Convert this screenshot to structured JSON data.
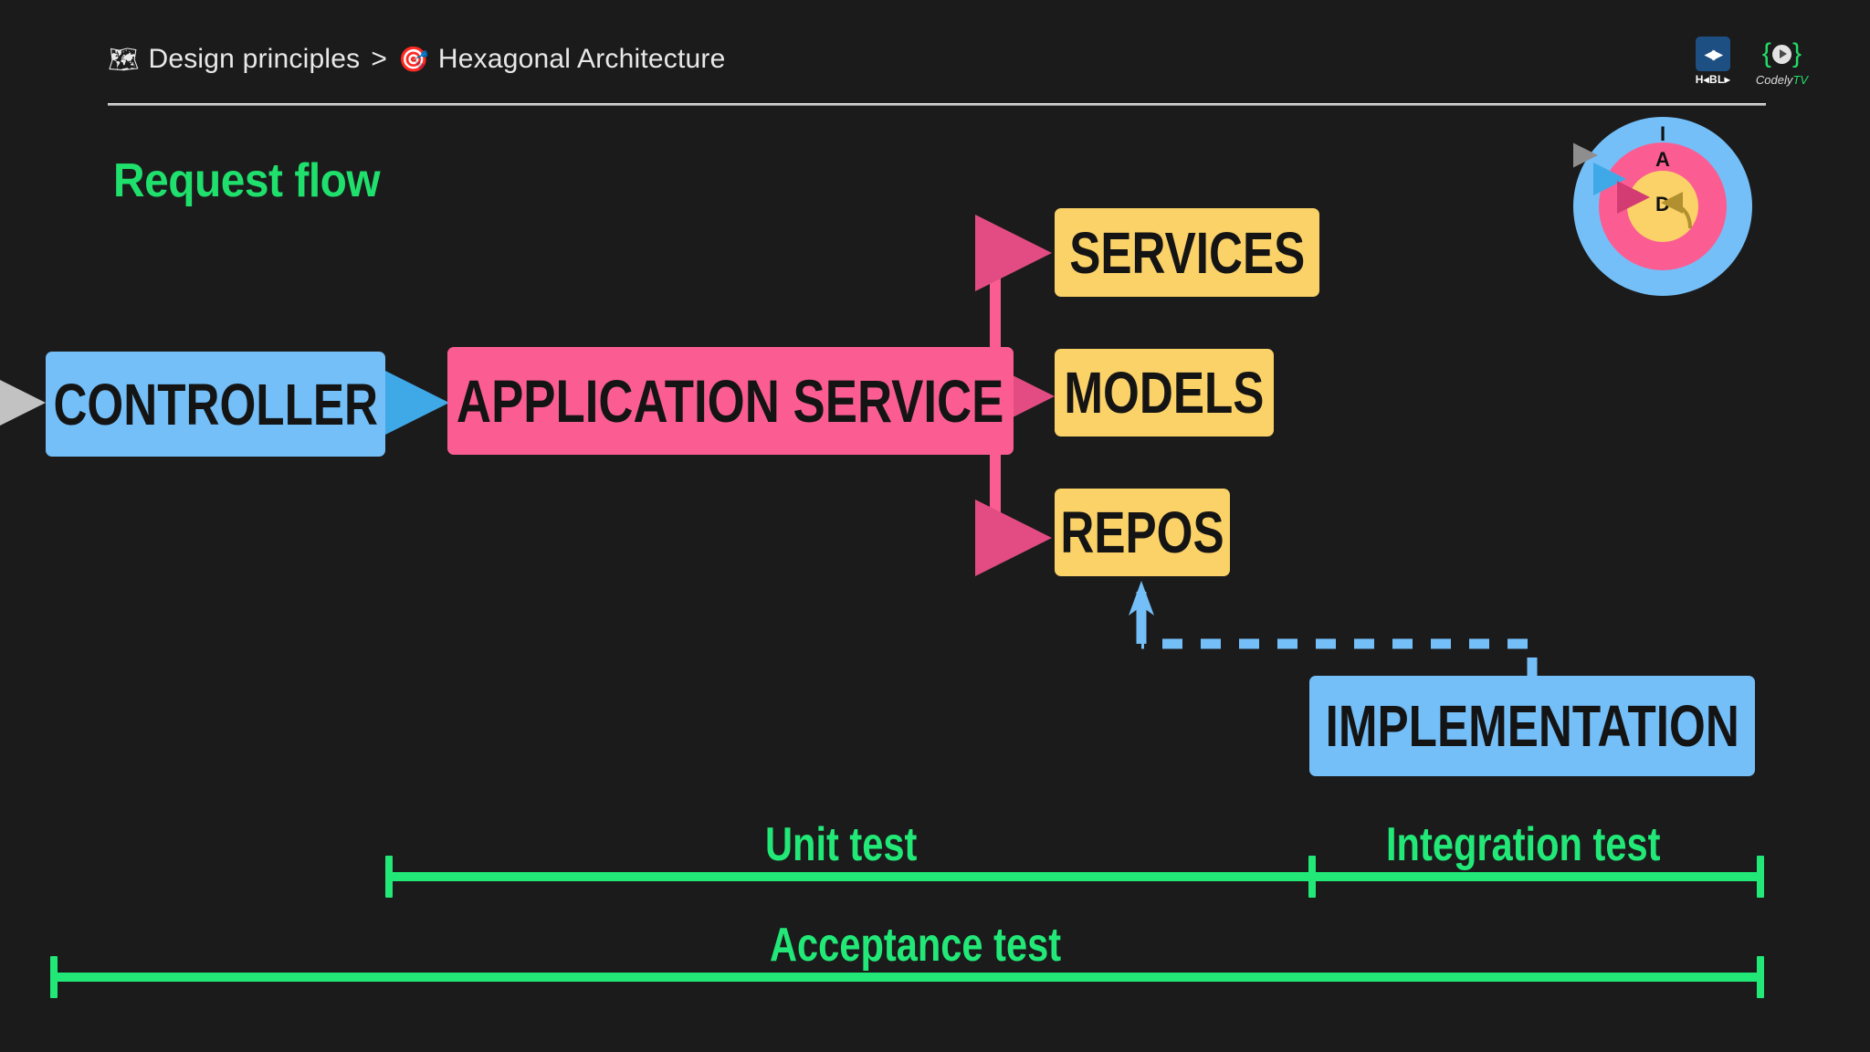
{
  "page": {
    "background_color": "#1b1b1b",
    "title": "Hexagonal Architecture - Request flow"
  },
  "header": {
    "breadcrumb": {
      "map_icon": "world-map-icon",
      "map_glyph": "🗺",
      "parent_label": "Design principles",
      "separator": ">",
      "target_icon": "dart-target-icon",
      "target_glyph": "🎯",
      "current_label": "Hexagonal Architecture"
    },
    "divider_color": "#f3f3f3"
  },
  "logos": {
    "habla": {
      "mark_glyph": "◂▸",
      "label": "H◂BL▸",
      "brand_color": "#1e4f82"
    },
    "codely": {
      "brace_left": "{",
      "brace_right": "}",
      "play_icon": "play-icon",
      "label_prefix": "Codely",
      "label_suffix": "TV",
      "brand_color": "#22dd66"
    }
  },
  "hex_rings": {
    "outer": {
      "label": "I",
      "meaning": "Infrastructure",
      "color": "#74bff8"
    },
    "middle": {
      "label": "A",
      "meaning": "Application",
      "color": "#fb5d93"
    },
    "inner": {
      "label": "D",
      "meaning": "Domain",
      "color": "#fbd268"
    }
  },
  "section": {
    "title": "Request flow",
    "title_color": "#1fe06c"
  },
  "diagram": {
    "nodes": [
      {
        "id": "controller",
        "label": "CONTROLLER",
        "color": "#74bff8",
        "layer": "infrastructure"
      },
      {
        "id": "appservice",
        "label": "APPLICATION SERVICE",
        "color": "#fb5d93",
        "layer": "application"
      },
      {
        "id": "services",
        "label": "SERVICES",
        "color": "#fbd268",
        "layer": "domain"
      },
      {
        "id": "models",
        "label": "MODELS",
        "color": "#fbd268",
        "layer": "domain"
      },
      {
        "id": "repos",
        "label": "REPOS",
        "color": "#fbd268",
        "layer": "domain"
      },
      {
        "id": "implementation",
        "label": "IMPLEMENTATION",
        "color": "#74bff8",
        "layer": "infrastructure"
      }
    ],
    "edges": [
      {
        "from": "request",
        "to": "controller",
        "style": "solid",
        "color": "#9a9a9a"
      },
      {
        "from": "controller",
        "to": "appservice",
        "style": "solid",
        "color": "#3fa9e8"
      },
      {
        "from": "appservice",
        "to": "services",
        "style": "solid",
        "color": "#fb5d93"
      },
      {
        "from": "appservice",
        "to": "models",
        "style": "solid",
        "color": "#fb5d93"
      },
      {
        "from": "appservice",
        "to": "repos",
        "style": "solid",
        "color": "#fb5d93"
      },
      {
        "from": "implementation",
        "to": "repos",
        "style": "dashed",
        "color": "#74bff8"
      }
    ]
  },
  "test_scopes": [
    {
      "id": "unit",
      "label": "Unit test",
      "color": "#22e878"
    },
    {
      "id": "integration",
      "label": "Integration test",
      "color": "#22e878"
    },
    {
      "id": "acceptance",
      "label": "Acceptance test",
      "color": "#22e878"
    }
  ]
}
